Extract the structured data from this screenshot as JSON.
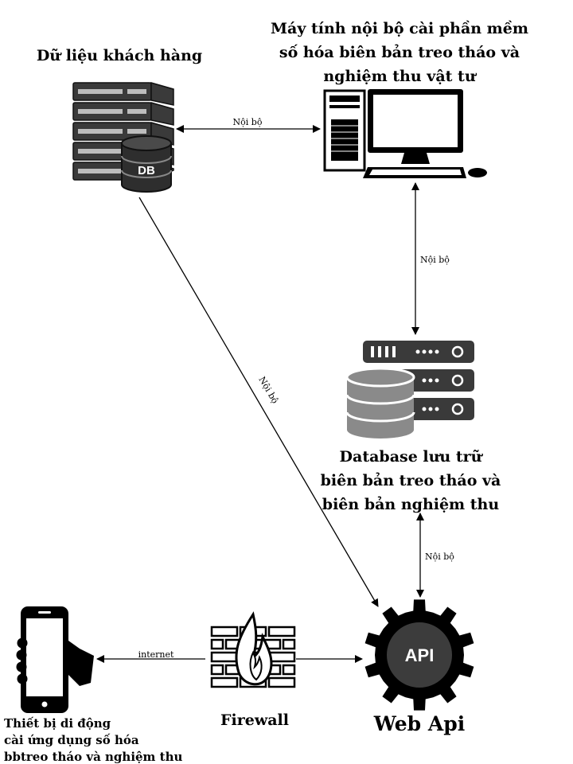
{
  "nodes": {
    "customer_data": {
      "title": "Dữ liệu khách hàng",
      "db_badge": "DB"
    },
    "internal_pc": {
      "title_lines": [
        "Máy tính nội bộ cài phần mềm",
        "số hóa biên bản treo tháo và",
        "nghiệm thu vật tư"
      ]
    },
    "storage_db": {
      "title_lines": [
        "Database lưu trữ",
        "biên bản treo tháo và",
        "biên bản nghiệm thu"
      ]
    },
    "mobile_device": {
      "title_lines": [
        "Thiết bị di động",
        "cài ứng dụng số hóa",
        "bbtreo tháo và nghiệm thu"
      ]
    },
    "firewall": {
      "title": "Firewall"
    },
    "web_api": {
      "title": "Web Api",
      "badge": "API"
    }
  },
  "connections": {
    "customer_to_pc": "Nội bộ",
    "pc_to_storage": "Nội bộ",
    "customer_to_api": "Nội bộ",
    "storage_to_api": "Nội bộ",
    "firewall_to_mobile": "internet"
  }
}
